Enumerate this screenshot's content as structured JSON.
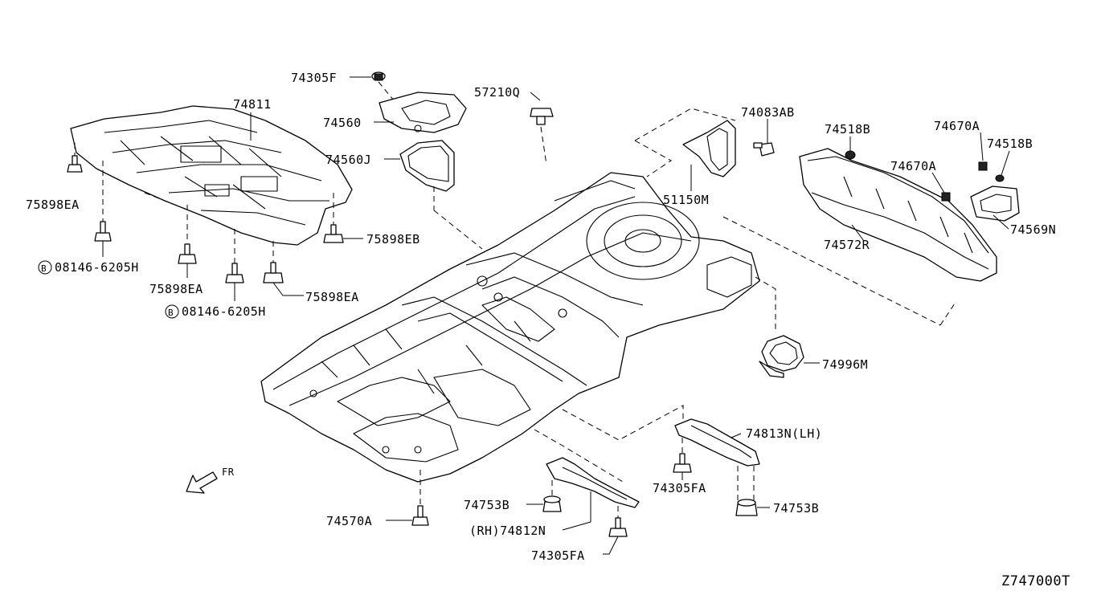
{
  "diagram_id": "Z747000T",
  "callouts": {
    "c74305F": "74305F",
    "c74811": "74811",
    "c74560": "74560",
    "c74560J": "74560J",
    "c57210Q": "57210Q",
    "c74083AB": "74083AB",
    "c74518B_1": "74518B",
    "c74670A_1": "74670A",
    "c74518B_2": "74518B",
    "c74670A_2": "74670A",
    "c51150M": "51150M",
    "c74572R": "74572R",
    "c74569N": "74569N",
    "c75898EA_1": "75898EA",
    "c75898EB": "75898EB",
    "c08146_1": "08146-6205H",
    "c75898EA_2": "75898EA",
    "c75898EA_3": "75898EA",
    "c08146_2": "08146-6205H",
    "c74996M": "74996M",
    "c74813N": "74813N(LH)",
    "c74305FA_1": "74305FA",
    "c74753B_1": "74753B",
    "c74753B_2": "74753B",
    "c74570A": "74570A",
    "c74812N": "(RH)74812N",
    "c74305FA_2": "74305FA"
  },
  "bolt_marker": "B",
  "front_marker": "FR"
}
